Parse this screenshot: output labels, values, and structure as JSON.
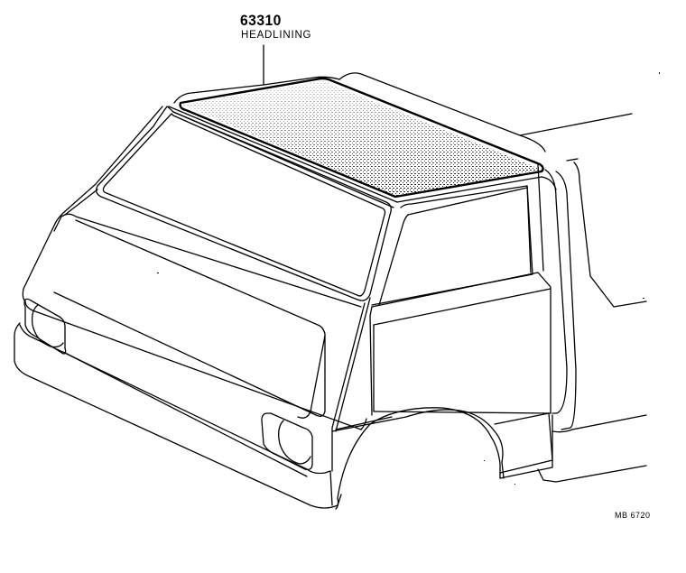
{
  "diagram": {
    "title": "Headlining parts illustration",
    "callouts": [
      {
        "part_number": "63310",
        "part_name": "HEADLINING",
        "points_to": "roof headlining (stippled panel)"
      }
    ],
    "figure_code": "MB 6720",
    "subject": "cab-over vehicle cab, front-left three-quarter view",
    "colors": {
      "line": "#000000",
      "background": "#ffffff",
      "stipple": "#000000"
    }
  }
}
